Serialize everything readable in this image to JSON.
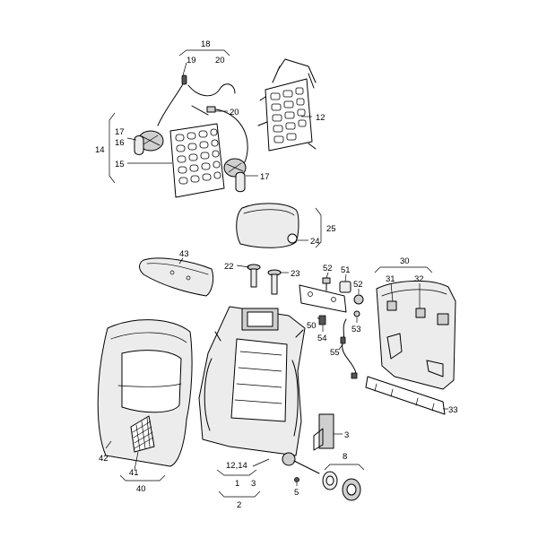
{
  "labels": [
    {
      "id": "l18",
      "text": "18"
    },
    {
      "id": "l19",
      "text": "19"
    },
    {
      "id": "l20a",
      "text": "20"
    },
    {
      "id": "l20b",
      "text": "20"
    },
    {
      "id": "l12",
      "text": "12"
    },
    {
      "id": "l17a",
      "text": "17"
    },
    {
      "id": "l16",
      "text": "16"
    },
    {
      "id": "l14",
      "text": "14"
    },
    {
      "id": "l15",
      "text": "15"
    },
    {
      "id": "l17b",
      "text": "17"
    },
    {
      "id": "l25",
      "text": "25"
    },
    {
      "id": "l24",
      "text": "24"
    },
    {
      "id": "l43",
      "text": "43"
    },
    {
      "id": "l22",
      "text": "22"
    },
    {
      "id": "l23",
      "text": "23"
    },
    {
      "id": "l52a",
      "text": "52"
    },
    {
      "id": "l51",
      "text": "51"
    },
    {
      "id": "l52b",
      "text": "52"
    },
    {
      "id": "l30",
      "text": "30"
    },
    {
      "id": "l31",
      "text": "31"
    },
    {
      "id": "l32",
      "text": "32"
    },
    {
      "id": "l50",
      "text": "50"
    },
    {
      "id": "l54",
      "text": "54"
    },
    {
      "id": "l53",
      "text": "53"
    },
    {
      "id": "l55",
      "text": "55"
    },
    {
      "id": "l33",
      "text": "33"
    },
    {
      "id": "l3a",
      "text": "3"
    },
    {
      "id": "l42",
      "text": "42"
    },
    {
      "id": "l41",
      "text": "41"
    },
    {
      "id": "l40",
      "text": "40"
    },
    {
      "id": "l1214",
      "text": "12,14"
    },
    {
      "id": "l1",
      "text": "1"
    },
    {
      "id": "l3b",
      "text": "3"
    },
    {
      "id": "l2",
      "text": "2"
    },
    {
      "id": "l5",
      "text": "5"
    },
    {
      "id": "l8",
      "text": "8"
    }
  ]
}
